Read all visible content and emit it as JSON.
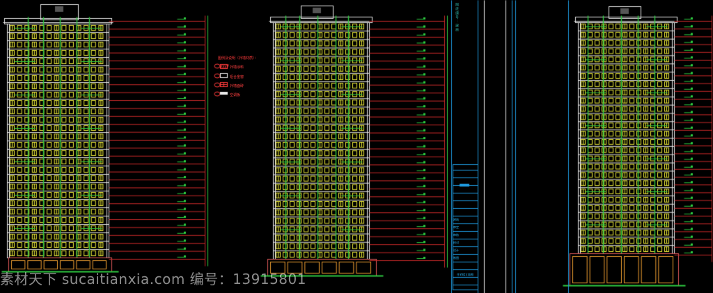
{
  "drawing": {
    "colors": {
      "background": "#000000",
      "window": "#f2ef3a",
      "grid_green": "#2ecc40",
      "dim_red": "#cc2a2a",
      "outline_white": "#e8e8e8",
      "cyan": "#1e9be0",
      "base_red": "#e05a5a",
      "base_orange": "#f0a030"
    },
    "floor_count": 28,
    "buildings": [
      "left-tower-elevation",
      "middle-tower-elevation",
      "right-tower-elevation"
    ]
  },
  "legend": {
    "title": "图例及说明（外墙材质）：",
    "items": [
      {
        "label": "外墙涂料",
        "icon": "hatch-swatch-icon"
      },
      {
        "label": "铝合金窗",
        "icon": "rect-swatch-icon"
      },
      {
        "label": "外墙面砖",
        "icon": "grid-swatch-icon"
      },
      {
        "label": "空调板",
        "icon": "bar-swatch-icon"
      }
    ]
  },
  "title_block": {
    "vertical_note": "图纸编号：建施",
    "rows": [
      "建筑",
      "审定",
      "审核",
      "校对",
      "设计",
      "制图",
      "住宅楼立面图"
    ]
  },
  "watermark": {
    "text": "素材天下 sucaitianxia.com 编号：13915801"
  }
}
